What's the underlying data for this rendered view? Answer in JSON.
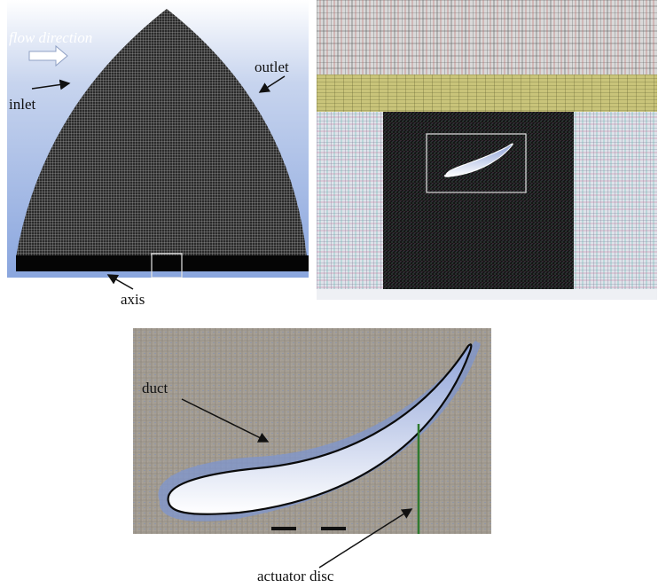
{
  "labels": {
    "flow_direction": "flow direction",
    "inlet": "inlet",
    "outlet": "outlet",
    "axis": "axis",
    "duct": "duct",
    "actuator_disc": "actuator disc"
  },
  "colors": {
    "sky_top": "#ffffff",
    "sky_bottom": "#8aa6de",
    "mesh_dark": "#1a1a1a",
    "airfoil_fill_top": "#8fa3d8",
    "airfoil_fill_bottom": "#ffffff",
    "actuator_green": "#2f7a2f",
    "refinement_box": "#e6e6e6"
  },
  "icons": {
    "flow_arrow": "right-arrow-icon"
  }
}
